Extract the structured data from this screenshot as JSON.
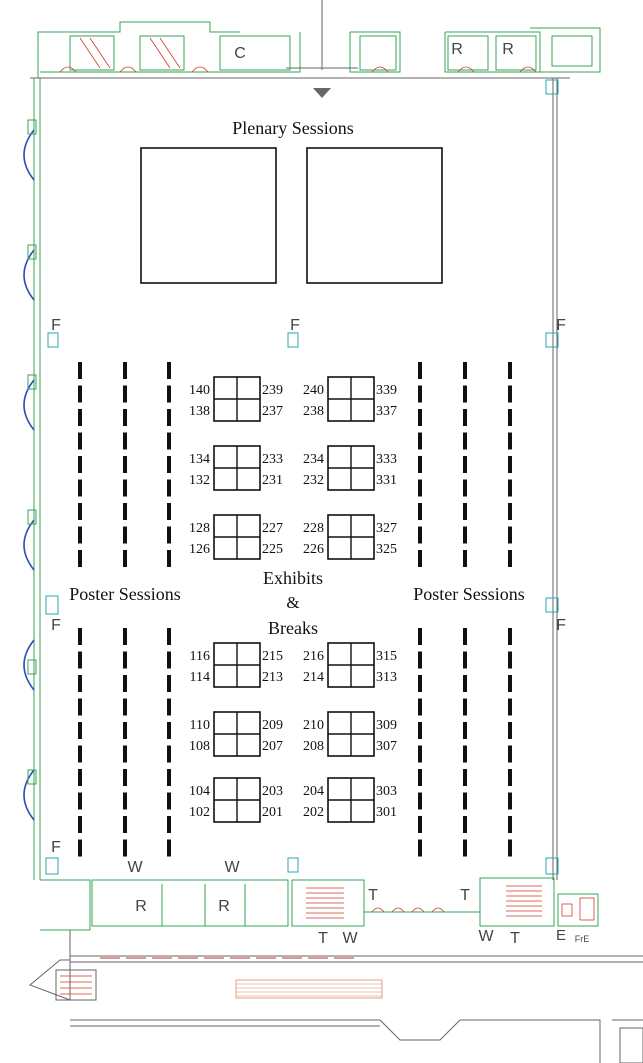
{
  "labels": {
    "plenary": "Plenary Sessions",
    "exhibits": "Exhibits",
    "amp": "&",
    "breaks": "Breaks",
    "poster_left": "Poster Sessions",
    "poster_right": "Poster Sessions"
  },
  "room_letters": {
    "c": "C",
    "r1": "R",
    "r2": "R",
    "f_left_top": "F",
    "f_mid": "F",
    "f_right_top": "F",
    "f_left_mid": "F",
    "f_right_mid": "F",
    "f_left_bottom": "F",
    "w1": "W",
    "w2": "W",
    "r3": "R",
    "r4": "R",
    "t1": "T",
    "t2": "T",
    "t3": "T",
    "t4": "T",
    "w3": "W",
    "w4": "W",
    "e": "E",
    "fre": "FrE"
  },
  "booths": {
    "left_top": [
      {
        "l1": "140",
        "l2": "138",
        "r1": "239",
        "r2": "237"
      },
      {
        "l1": "134",
        "l2": "132",
        "r1": "233",
        "r2": "231"
      },
      {
        "l1": "128",
        "l2": "126",
        "r1": "227",
        "r2": "225"
      }
    ],
    "right_top": [
      {
        "l1": "240",
        "l2": "238",
        "r1": "339",
        "r2": "337"
      },
      {
        "l1": "234",
        "l2": "232",
        "r1": "333",
        "r2": "331"
      },
      {
        "l1": "228",
        "l2": "226",
        "r1": "327",
        "r2": "325"
      }
    ],
    "left_bottom": [
      {
        "l1": "116",
        "l2": "114",
        "r1": "215",
        "r2": "213"
      },
      {
        "l1": "110",
        "l2": "108",
        "r1": "209",
        "r2": "207"
      },
      {
        "l1": "104",
        "l2": "102",
        "r1": "203",
        "r2": "201"
      }
    ],
    "right_bottom": [
      {
        "l1": "216",
        "l2": "214",
        "r1": "315",
        "r2": "313"
      },
      {
        "l1": "210",
        "l2": "208",
        "r1": "309",
        "r2": "307"
      },
      {
        "l1": "204",
        "l2": "202",
        "r1": "303",
        "r2": "301"
      }
    ]
  }
}
